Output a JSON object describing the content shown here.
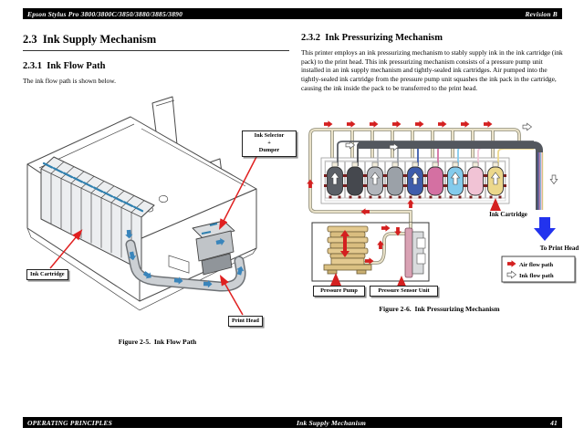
{
  "header": {
    "title": "Epson Stylus Pro 3800/3800C/3850/3880/3885/3890",
    "revision": "Revision B"
  },
  "left_column": {
    "section_heading": "2.3  Ink Supply Mechanism",
    "subsection_heading": "2.3.1  Ink Flow Path",
    "intro": "The ink flow path is shown below.",
    "figure": {
      "caption": "Figure 2-5.  Ink Flow Path",
      "labels": {
        "ink_selector_line1": "Ink Selector",
        "ink_selector_line2": "+",
        "ink_selector_line3": "Dumper",
        "ink_cartridge": "Ink Cartridge",
        "print_head": "Print Head"
      }
    }
  },
  "right_column": {
    "subsection_heading": "2.3.2  Ink Pressurizing Mechanism",
    "body": "This printer employs an ink pressurizing mechanism to stably supply ink in the ink cartridge (ink pack) to the print head. This ink pressurizing mechanism consists of a pressure pump unit installed in an ink supply mechanism and tightly-sealed ink cartridges. Air pumped into the tightly-sealed ink cartridge from the pressure pump unit squashes the ink pack in the cartridge, causing the ink inside the pack to be transferred to the print head.",
    "figure": {
      "caption": "Figure 2-6.  Ink Pressurizing Mechanism",
      "labels": {
        "ink_cartridge": "Ink Cartridge",
        "to_print_head": "To Print Head",
        "pressure_pump": "Pressure Pump",
        "pressure_sensor_unit": "Pressure Sensor Unit"
      },
      "legend": {
        "air": "Air flow path",
        "ink": "Ink flow path"
      },
      "ink_pack_colors": [
        "#5b5f66",
        "#45484e",
        "#b2b6bc",
        "#9ba1a8",
        "#3e5cab",
        "#d470a2",
        "#84cbec",
        "#f1c3d5",
        "#ecd88c"
      ],
      "accent_colors": {
        "air_arrow_red": "#d42020",
        "ink_path_blue": "#2233ee",
        "tube_cream": "#e9e1c8",
        "bundle_gray": "#53575e"
      }
    }
  },
  "footer": {
    "left": "OPERATING PRINCIPLES",
    "center": "Ink Supply Mechanism",
    "page_number": "41"
  }
}
